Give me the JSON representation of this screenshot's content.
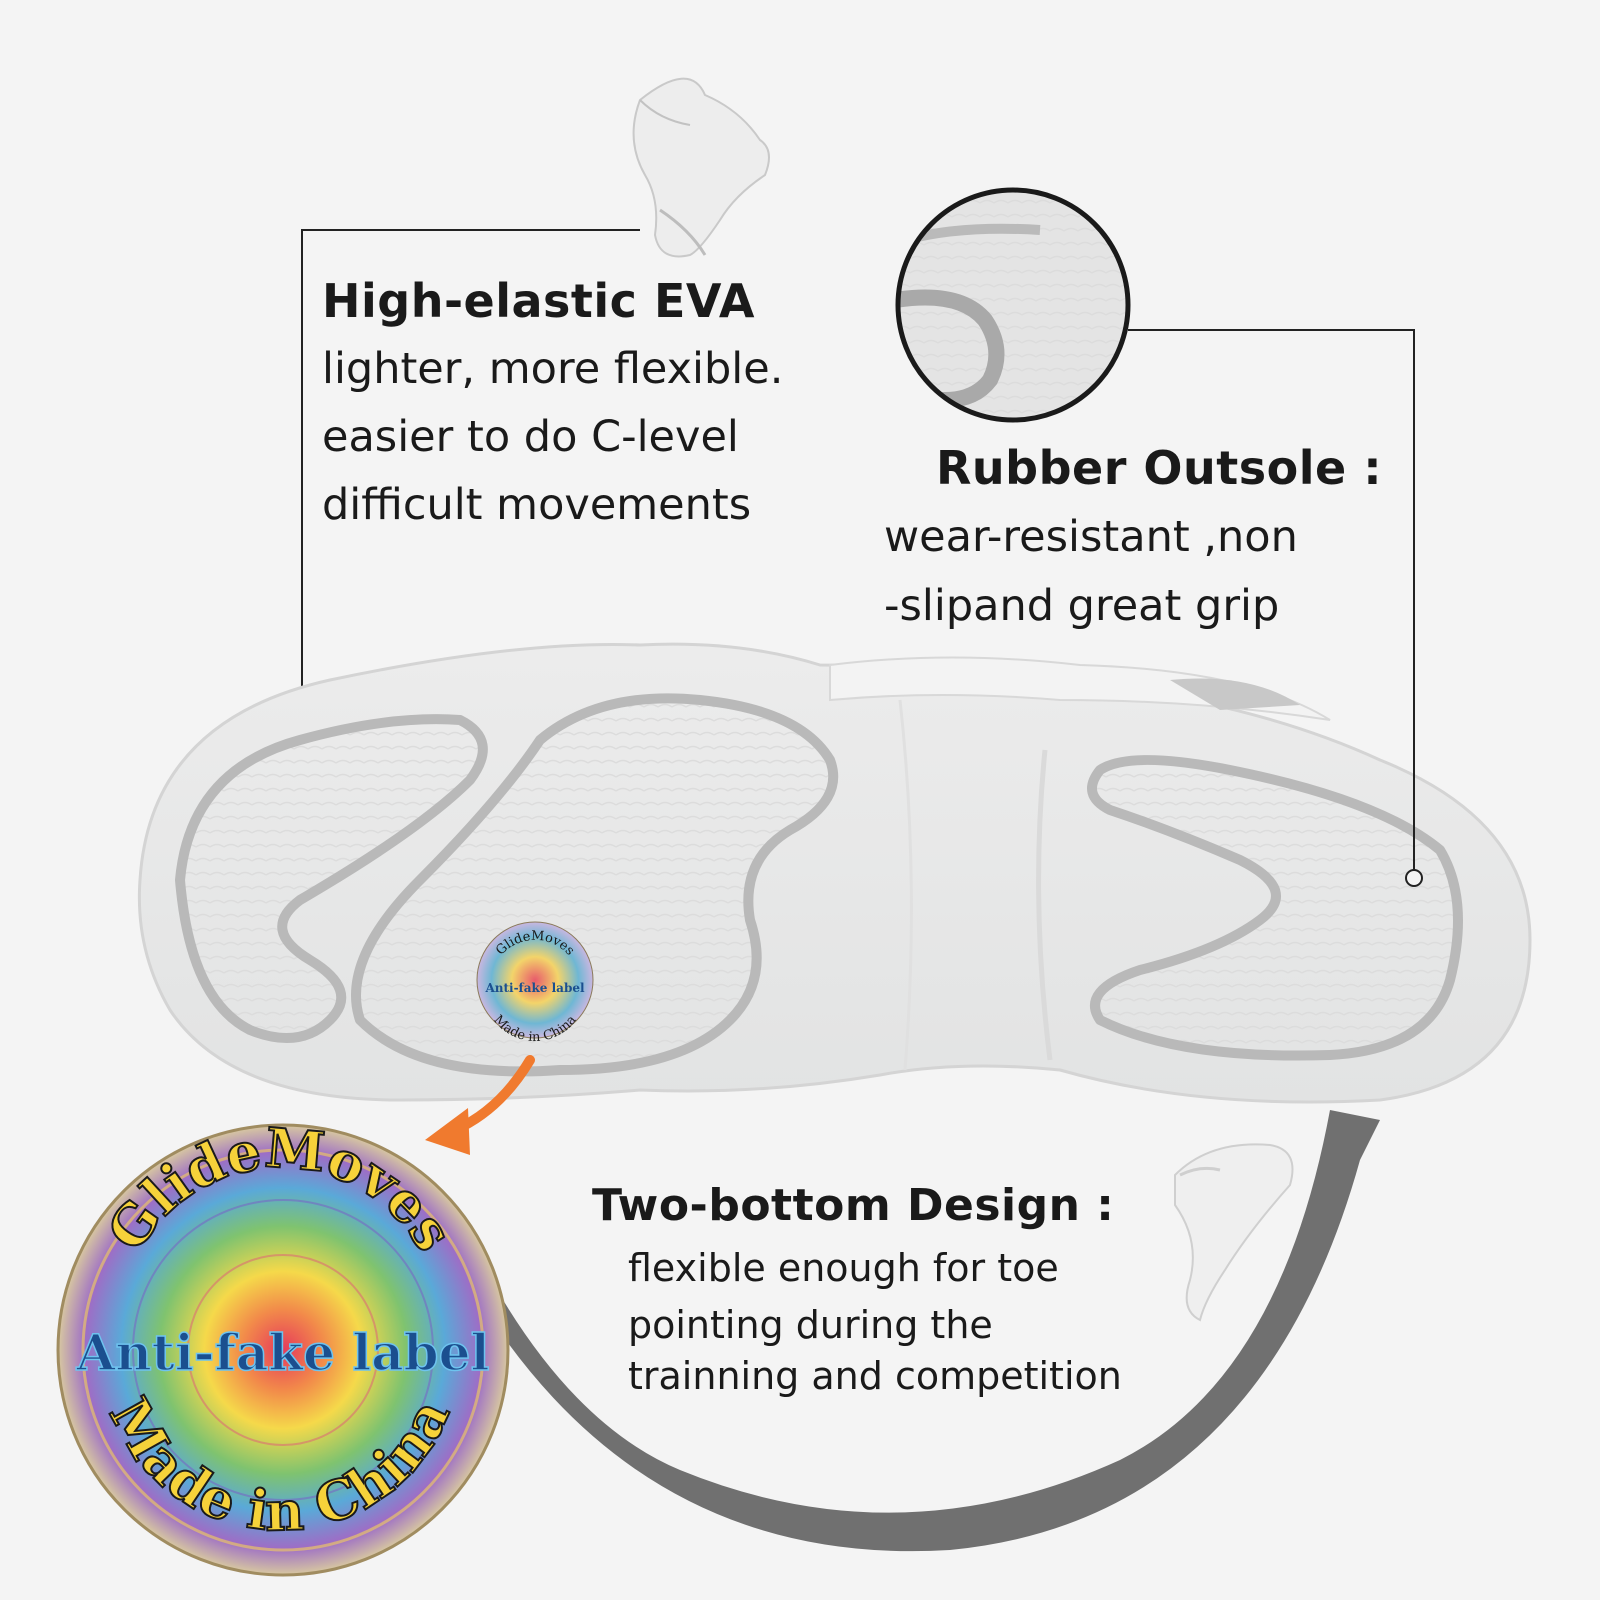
{
  "features": {
    "eva": {
      "title": "High-elastic EVA",
      "lines": [
        "lighter, more flexible.",
        "easier to do C-level",
        "difficult movements"
      ]
    },
    "outsole": {
      "title": "Rubber Outsole :",
      "lines": [
        "wear-resistant ,non",
        "-slipand great grip"
      ]
    },
    "two_bottom": {
      "title": "Two-bottom Design :",
      "lines": [
        "flexible enough for toe",
        "pointing during the",
        "trainning and competition"
      ]
    }
  },
  "label": {
    "brand": "GlideMoves",
    "center": "Anti-fake label",
    "origin": "Made in China"
  },
  "colors": {
    "background": "#f4f4f4",
    "sole": "#e9eaea",
    "tread_line": "#b9b9b9",
    "arrow": "#f07a2e",
    "arc": "#707070",
    "label_text": "#1b4f8f",
    "label_outline": "#1a1a1a"
  },
  "icons": [
    "shoe-sole-image",
    "pointed-toe-shoe-image",
    "outsole-zoom-circle",
    "anti-fake-label-badge",
    "orange-arrow-icon"
  ]
}
